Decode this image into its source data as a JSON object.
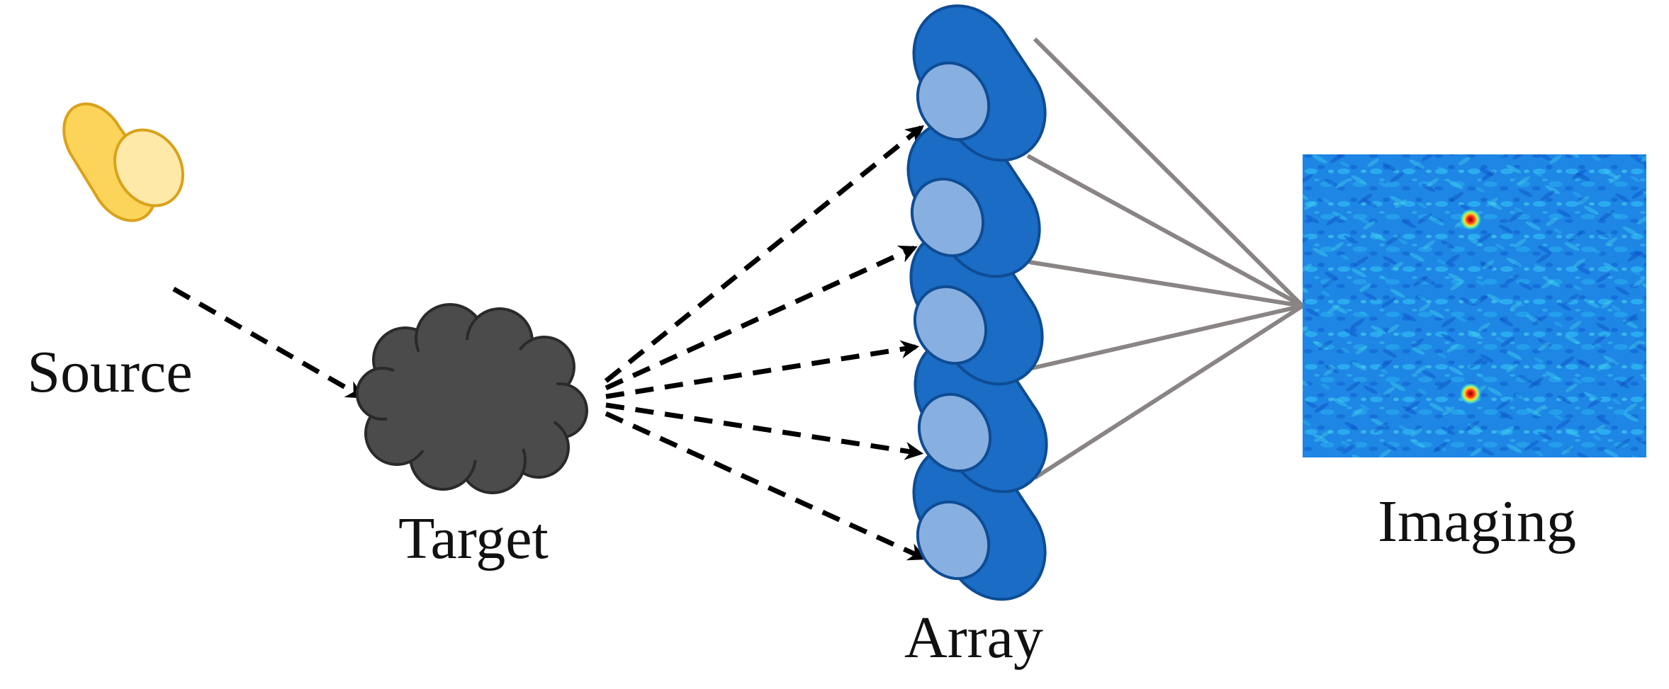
{
  "labels": {
    "source": "Source",
    "target": "Target",
    "array": "Array",
    "imaging": "Imaging"
  },
  "colors": {
    "source_body": "#FDD45A",
    "source_face": "#FEE9A8",
    "source_stroke": "#D9A21A",
    "target_fill": "#4B4B4B",
    "array_body": "#1A6CC4",
    "array_face": "#87AFE0",
    "array_stroke": "#0E4C94",
    "wire": "#8A8484",
    "arrow": "#000000",
    "image_bg": "#1E8CE8",
    "hotspot": "#E81E1E"
  },
  "array": {
    "sensor_count": 5
  }
}
